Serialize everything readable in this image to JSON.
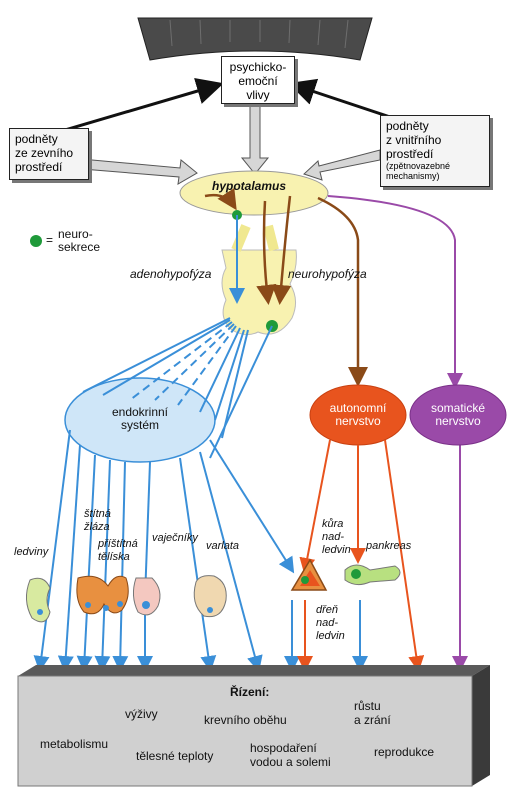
{
  "title": "",
  "influences": {
    "psycho": [
      "psychicko-",
      "emoční",
      "vlivy"
    ],
    "external": [
      "podněty",
      "ze zevního",
      "prostředí"
    ],
    "internal": [
      "podněty",
      "z vnitřního",
      "prostředí"
    ],
    "internal_note": [
      "(zpětnovazebné",
      "mechanismy)"
    ]
  },
  "hypothalamus": "hypotalamus",
  "legend": [
    "neuro-",
    "sekrece"
  ],
  "legend_sign": "=",
  "adeno": "adenohypofýza",
  "neuro": "neurohypofýza",
  "endocrine": [
    "endokrinní",
    "systém"
  ],
  "autonomic": [
    "autonomní",
    "nervstvo"
  ],
  "somatic": [
    "somatické",
    "nervstvo"
  ],
  "organs": {
    "kidneys": "ledviny",
    "thyroid": [
      "štítná",
      "žláza"
    ],
    "parathyroid": [
      "příštítná",
      "tělíska"
    ],
    "ovaries": "vaječníky",
    "testes": "varlata",
    "adrenal_cortex": [
      "kůra",
      "nad-",
      "ledvin"
    ],
    "adrenal_medulla": [
      "dřeň",
      "nad-",
      "ledvin"
    ],
    "pancreas": "pankreas"
  },
  "control": {
    "title": "Řízení:",
    "items": [
      "výživy",
      "metabolismu",
      "tělesné teploty",
      "krevního oběhu",
      "hospodaření",
      "vodou a solemi",
      "růstu",
      "a zrání",
      "reprodukce"
    ]
  },
  "colors": {
    "blue": "#3a8fd8",
    "brown": "#8a4a18",
    "orange": "#e8541e",
    "purple": "#9a4aa8",
    "gray": "#bbbbbb",
    "yellow": "#f8f2b0",
    "lightblue": "#cfe6f8",
    "green": "#1f9a3a"
  }
}
